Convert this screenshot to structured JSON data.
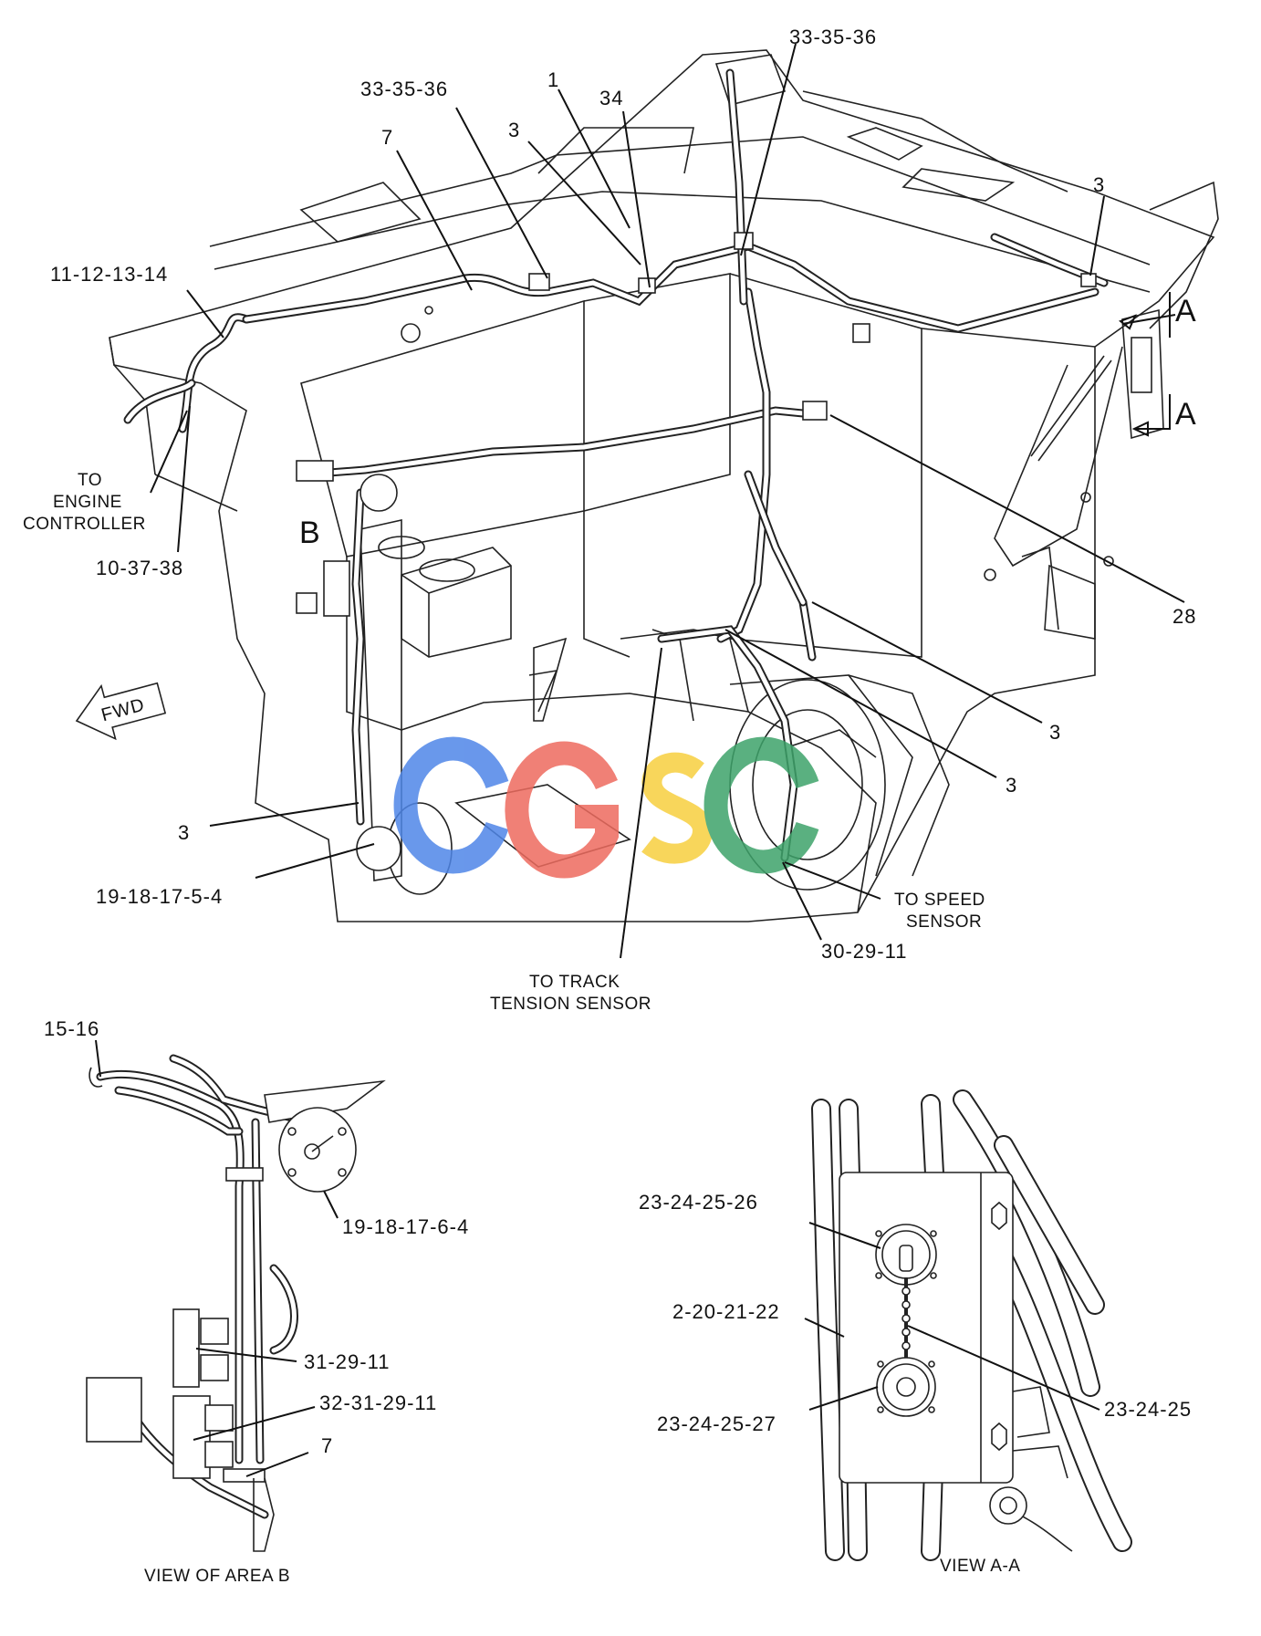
{
  "callouts": {
    "c_33_35_36_top": "33-35-36",
    "c_33_35_36_left": "33-35-36",
    "c_1": "1",
    "c_34": "34",
    "c_7_top": "7",
    "c_3_top_center": "3",
    "c_3_top_right": "3",
    "c_11_12_13_14": "11-12-13-14",
    "c_a_top": "A",
    "c_a_bottom": "A",
    "c_b": "B",
    "c_10_37_38": "10-37-38",
    "c_28": "28",
    "c_3_right_upper": "3",
    "c_3_right_lower": "3",
    "c_3_left": "3",
    "c_19_18_17_5_4": "19-18-17-5-4",
    "c_30_29_11": "30-29-11",
    "c_15_16": "15-16",
    "c_19_18_17_6_4": "19-18-17-6-4",
    "c_31_29_11": "31-29-11",
    "c_32_31_29_11": "32-31-29-11",
    "c_7_bottom": "7",
    "c_23_24_25_26": "23-24-25-26",
    "c_2_20_21_22": "2-20-21-22",
    "c_23_24_25": "23-24-25",
    "c_23_24_25_27": "23-24-25-27"
  },
  "notes": {
    "engine_controller": [
      "TO",
      "ENGINE",
      "CONTROLLER"
    ],
    "speed_sensor": [
      "TO SPEED",
      "SENSOR"
    ],
    "track_tension": [
      "TO TRACK",
      "TENSION SENSOR"
    ]
  },
  "direction_arrow": "FWD",
  "watermark": "CGSC",
  "watermark_colors": [
    "#4f86e8",
    "#ee6b5f",
    "#f7cf3f",
    "#3ea36a"
  ],
  "view_titles": {
    "area_b": "VIEW OF AREA  B",
    "view_aa": "VIEW  A-A"
  }
}
